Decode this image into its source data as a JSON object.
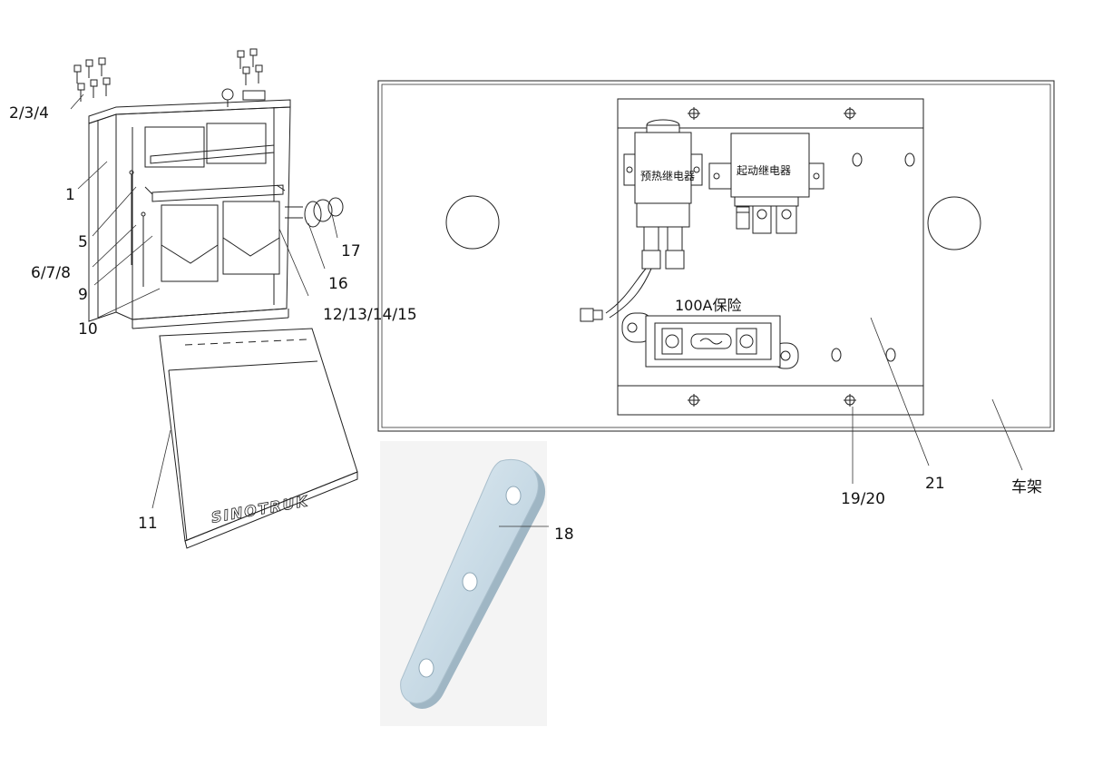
{
  "callouts": {
    "c234": "2/3/4",
    "c1": "1",
    "c5": "5",
    "c678": "6/7/8",
    "c9": "9",
    "c10": "10",
    "c11": "11",
    "c12131415": "12/13/14/15",
    "c16": "16",
    "c17": "17",
    "c18": "18",
    "c1920": "19/20",
    "c21": "21",
    "frame": "车架"
  },
  "panel": {
    "preheat_relay": "预热继电器",
    "start_relay": "起动继电器",
    "fuse": "100A保险"
  },
  "cover_brand": "SINOTRUK",
  "colors": {
    "line": "#222222",
    "plate_fill": "#c9dbe6",
    "plate_edge": "#9fb6c4"
  }
}
